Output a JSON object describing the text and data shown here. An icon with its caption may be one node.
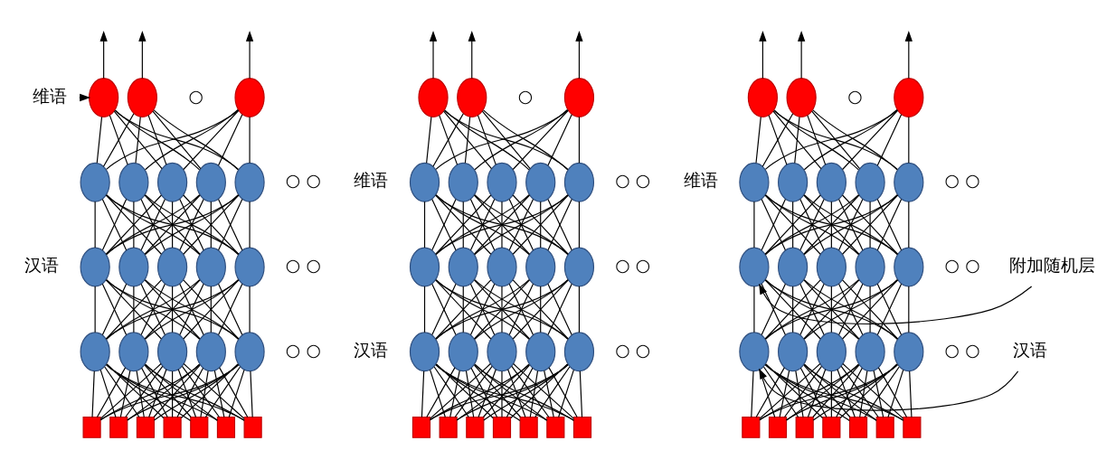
{
  "diagram": {
    "nodes": [
      {
        "text": [
          "维语"
        ]
      },
      {
        "text": [],
        "shape": "ellipse"
      },
      {
        "text": [],
        "shape": "ellipse"
      },
      {
        "text": [],
        "shape": "ellipse"
      },
      {
        "text": [],
        "shape": "ellipse"
      },
      {
        "text": [],
        "shape": "ellipse"
      },
      {
        "text": [],
        "shape": "ellipse"
      },
      {
        "text": [],
        "shape": "ellipse"
      },
      {
        "text": [],
        "shape": "ellipse"
      },
      {
        "text": [],
        "shape": "ellipse"
      },
      {
        "text": [],
        "shape": "ellipse"
      },
      {
        "text": [],
        "shape": "ellipse"
      },
      {
        "text": [],
        "shape": "ellipse"
      },
      {
        "text": [],
        "shape": "ellipse"
      },
      {
        "text": [],
        "shape": "ellipse"
      },
      {
        "text": [],
        "shape": "ellipse"
      },
      {
        "text": [],
        "shape": "ellipse"
      },
      {
        "text": [],
        "shape": "ellipse"
      },
      {
        "text": [],
        "shape": "ellipse"
      },
      {
        "text": [],
        "shape": "box"
      },
      {
        "text": [],
        "shape": "box"
      },
      {
        "text": [],
        "shape": "box"
      },
      {
        "text": [],
        "shape": "box"
      },
      {
        "text": [],
        "shape": "box"
      },
      {
        "text": [],
        "shape": "box"
      },
      {
        "text": [],
        "shape": "box"
      },
      {
        "text": [],
        "shape": "ellipse"
      },
      {
        "text": [],
        "shape": "ellipse"
      },
      {
        "text": [],
        "shape": "ellipse"
      },
      {
        "text": [],
        "shape": "ellipse"
      },
      {
        "text": [],
        "shape": "ellipse"
      },
      {
        "text": [],
        "shape": "ellipse"
      },
      {
        "text": [],
        "shape": "ellipse"
      },
      {
        "text": [],
        "shape": "ellipse"
      },
      {
        "text": [],
        "shape": "ellipse"
      },
      {
        "text": [],
        "shape": "ellipse"
      },
      {
        "text": [],
        "shape": "ellipse"
      },
      {
        "text": [],
        "shape": "ellipse"
      },
      {
        "text": [],
        "shape": "ellipse"
      },
      {
        "text": [],
        "shape": "ellipse"
      },
      {
        "text": [],
        "shape": "ellipse"
      },
      {
        "text": [],
        "shape": "ellipse"
      },
      {
        "text": [],
        "shape": "ellipse"
      },
      {
        "text": [],
        "shape": "ellipse"
      },
      {
        "text": [],
        "shape": "box"
      },
      {
        "text": [],
        "shape": "box"
      },
      {
        "text": [],
        "shape": "box"
      },
      {
        "text": [],
        "shape": "box"
      },
      {
        "text": [],
        "shape": "box"
      },
      {
        "text": [],
        "shape": "box"
      },
      {
        "text": [],
        "shape": "box"
      },
      {
        "text": [],
        "shape": "ellipse"
      },
      {
        "text": [],
        "shape": "ellipse"
      },
      {
        "text": [],
        "shape": "ellipse"
      },
      {
        "text": [],
        "shape": "ellipse"
      },
      {
        "text": [],
        "shape": "ellipse"
      },
      {
        "text": [],
        "shape": "ellipse"
      },
      {
        "text": [],
        "shape": "ellipse"
      },
      {
        "text": [],
        "shape": "ellipse"
      },
      {
        "text": [],
        "shape": "ellipse"
      },
      {
        "text": [],
        "shape": "ellipse"
      },
      {
        "text": [],
        "shape": "ellipse"
      },
      {
        "text": [],
        "shape": "ellipse"
      },
      {
        "text": [],
        "shape": "ellipse"
      },
      {
        "text": [],
        "shape": "ellipse"
      },
      {
        "text": [],
        "shape": "ellipse"
      },
      {
        "text": [],
        "shape": "ellipse"
      },
      {
        "text": [],
        "shape": "ellipse"
      },
      {
        "text": [],
        "shape": "ellipse"
      },
      {
        "text": [],
        "shape": "box"
      },
      {
        "text": [],
        "shape": "box"
      },
      {
        "text": [],
        "shape": "box"
      },
      {
        "text": [],
        "shape": "box"
      },
      {
        "text": [],
        "shape": "box"
      },
      {
        "text": [],
        "shape": "box"
      },
      {
        "text": [],
        "shape": "box"
      },
      {
        "text": [
          "附加随机层"
        ]
      },
      {
        "text": [
          "汉语"
        ]
      }
    ],
    "edges": [
      {
        "from": 19,
        "to": 14,
        "arrow": "none"
      },
      {
        "from": 19,
        "to": 15,
        "arrow": "none"
      },
      {
        "from": 19,
        "to": 16,
        "arrow": "none"
      },
      {
        "from": 19,
        "to": 17,
        "arrow": "none"
      },
      {
        "from": 19,
        "to": 18,
        "arrow": "none"
      },
      {
        "from": 20,
        "to": 14,
        "arrow": "none"
      },
      {
        "from": 20,
        "to": 15,
        "arrow": "none"
      },
      {
        "from": 20,
        "to": 16,
        "arrow": "none"
      },
      {
        "from": 20,
        "to": 17,
        "arrow": "none"
      },
      {
        "from": 20,
        "to": 18,
        "arrow": "none"
      },
      {
        "from": 21,
        "to": 14,
        "arrow": "none"
      },
      {
        "from": 21,
        "to": 15,
        "arrow": "none"
      },
      {
        "from": 21,
        "to": 16,
        "arrow": "none"
      },
      {
        "from": 21,
        "to": 17,
        "arrow": "none"
      },
      {
        "from": 21,
        "to": 18,
        "arrow": "none"
      },
      {
        "from": 22,
        "to": 14,
        "arrow": "none"
      },
      {
        "from": 22,
        "to": 15,
        "arrow": "none"
      },
      {
        "from": 22,
        "to": 16,
        "arrow": "none"
      },
      {
        "from": 22,
        "to": 17,
        "arrow": "none"
      },
      {
        "from": 22,
        "to": 18,
        "arrow": "none"
      },
      {
        "from": 23,
        "to": 14,
        "arrow": "none"
      },
      {
        "from": 23,
        "to": 15,
        "arrow": "none"
      },
      {
        "from": 23,
        "to": 16,
        "arrow": "none"
      },
      {
        "from": 23,
        "to": 17,
        "arrow": "none"
      },
      {
        "from": 23,
        "to": 18,
        "arrow": "none"
      },
      {
        "from": 24,
        "to": 14,
        "arrow": "none"
      },
      {
        "from": 24,
        "to": 15,
        "arrow": "none"
      },
      {
        "from": 24,
        "to": 16,
        "arrow": "none"
      },
      {
        "from": 24,
        "to": 17,
        "arrow": "none"
      },
      {
        "from": 24,
        "to": 18,
        "arrow": "none"
      },
      {
        "from": 25,
        "to": 14,
        "arrow": "none"
      },
      {
        "from": 25,
        "to": 15,
        "arrow": "none"
      },
      {
        "from": 25,
        "to": 16,
        "arrow": "none"
      },
      {
        "from": 25,
        "to": 17,
        "arrow": "none"
      },
      {
        "from": 25,
        "to": 18,
        "arrow": "none"
      },
      {
        "from": 14,
        "to": 9,
        "arrow": "none"
      },
      {
        "from": 14,
        "to": 10,
        "arrow": "none"
      },
      {
        "from": 14,
        "to": 11,
        "arrow": "none"
      },
      {
        "from": 14,
        "to": 12,
        "arrow": "none"
      },
      {
        "from": 14,
        "to": 13,
        "arrow": "none"
      },
      {
        "from": 15,
        "to": 9,
        "arrow": "none"
      },
      {
        "from": 15,
        "to": 10,
        "arrow": "none"
      },
      {
        "from": 15,
        "to": 11,
        "arrow": "none"
      },
      {
        "from": 15,
        "to": 12,
        "arrow": "none"
      },
      {
        "from": 15,
        "to": 13,
        "arrow": "none"
      },
      {
        "from": 16,
        "to": 9,
        "arrow": "none"
      },
      {
        "from": 16,
        "to": 10,
        "arrow": "none"
      },
      {
        "from": 16,
        "to": 11,
        "arrow": "none"
      },
      {
        "from": 16,
        "to": 12,
        "arrow": "none"
      },
      {
        "from": 16,
        "to": 13,
        "arrow": "none"
      },
      {
        "from": 17,
        "to": 9,
        "arrow": "none"
      },
      {
        "from": 17,
        "to": 10,
        "arrow": "none"
      },
      {
        "from": 17,
        "to": 11,
        "arrow": "none"
      },
      {
        "from": 17,
        "to": 12,
        "arrow": "none"
      },
      {
        "from": 17,
        "to": 13,
        "arrow": "none"
      },
      {
        "from": 18,
        "to": 9,
        "arrow": "none"
      },
      {
        "from": 18,
        "to": 10,
        "arrow": "none"
      },
      {
        "from": 18,
        "to": 11,
        "arrow": "none"
      },
      {
        "from": 18,
        "to": 12,
        "arrow": "none"
      },
      {
        "from": 18,
        "to": 13,
        "arrow": "none"
      },
      {
        "from": 9,
        "to": 4,
        "arrow": "none"
      },
      {
        "from": 9,
        "to": 5,
        "arrow": "none"
      },
      {
        "from": 9,
        "to": 6,
        "arrow": "none"
      },
      {
        "from": 9,
        "to": 7,
        "arrow": "none"
      },
      {
        "from": 9,
        "to": 8,
        "arrow": "none"
      },
      {
        "from": 10,
        "to": 4,
        "arrow": "none"
      },
      {
        "from": 10,
        "to": 5,
        "arrow": "none"
      },
      {
        "from": 10,
        "to": 6,
        "arrow": "none"
      },
      {
        "from": 10,
        "to": 7,
        "arrow": "none"
      },
      {
        "from": 10,
        "to": 8,
        "arrow": "none"
      },
      {
        "from": 11,
        "to": 4,
        "arrow": "none"
      },
      {
        "from": 11,
        "to": 5,
        "arrow": "none"
      },
      {
        "from": 11,
        "to": 6,
        "arrow": "none"
      },
      {
        "from": 11,
        "to": 7,
        "arrow": "none"
      },
      {
        "from": 11,
        "to": 8,
        "arrow": "none"
      },
      {
        "from": 12,
        "to": 4,
        "arrow": "none"
      },
      {
        "from": 12,
        "to": 5,
        "arrow": "none"
      },
      {
        "from": 12,
        "to": 6,
        "arrow": "none"
      },
      {
        "from": 12,
        "to": 7,
        "arrow": "none"
      },
      {
        "from": 12,
        "to": 8,
        "arrow": "none"
      },
      {
        "from": 13,
        "to": 4,
        "arrow": "none"
      },
      {
        "from": 13,
        "to": 5,
        "arrow": "none"
      },
      {
        "from": 13,
        "to": 6,
        "arrow": "none"
      },
      {
        "from": 13,
        "to": 7,
        "arrow": "none"
      },
      {
        "from": 13,
        "to": 8,
        "arrow": "none"
      },
      {
        "from": 4,
        "to": 1,
        "arrow": "none"
      },
      {
        "from": 4,
        "to": 2,
        "arrow": "none"
      },
      {
        "from": 4,
        "to": 3,
        "arrow": "none"
      },
      {
        "from": 5,
        "to": 1,
        "arrow": "none"
      },
      {
        "from": 5,
        "to": 2,
        "arrow": "none"
      },
      {
        "from": 5,
        "to": 3,
        "arrow": "none"
      },
      {
        "from": 6,
        "to": 1,
        "arrow": "none"
      },
      {
        "from": 6,
        "to": 2,
        "arrow": "none"
      },
      {
        "from": 6,
        "to": 3,
        "arrow": "none"
      },
      {
        "from": 7,
        "to": 1,
        "arrow": "none"
      },
      {
        "from": 7,
        "to": 2,
        "arrow": "none"
      },
      {
        "from": 7,
        "to": 3,
        "arrow": "none"
      },
      {
        "from": 8,
        "to": 1,
        "arrow": "none"
      },
      {
        "from": 8,
        "to": 2,
        "arrow": "none"
      },
      {
        "from": 8,
        "to": 3,
        "arrow": "none"
      },
      {
        "from": 1,
        "to": null,
        "arrow": "to"
      },
      {
        "from": 2,
        "to": null,
        "arrow": "to"
      },
      {
        "from": 3,
        "to": null,
        "arrow": "to"
      },
      {
        "from": 44,
        "to": 39,
        "arrow": "none"
      },
      {
        "from": 44,
        "to": 40,
        "arrow": "none"
      },
      {
        "from": 44,
        "to": 41,
        "arrow": "none"
      },
      {
        "from": 44,
        "to": 42,
        "arrow": "none"
      },
      {
        "from": 44,
        "to": 43,
        "arrow": "none"
      },
      {
        "from": 45,
        "to": 39,
        "arrow": "none"
      },
      {
        "from": 45,
        "to": 40,
        "arrow": "none"
      },
      {
        "from": 45,
        "to": 41,
        "arrow": "none"
      },
      {
        "from": 45,
        "to": 42,
        "arrow": "none"
      },
      {
        "from": 45,
        "to": 43,
        "arrow": "none"
      },
      {
        "from": 46,
        "to": 39,
        "arrow": "none"
      },
      {
        "from": 46,
        "to": 40,
        "arrow": "none"
      },
      {
        "from": 46,
        "to": 41,
        "arrow": "none"
      },
      {
        "from": 46,
        "to": 42,
        "arrow": "none"
      },
      {
        "from": 46,
        "to": 43,
        "arrow": "none"
      },
      {
        "from": 47,
        "to": 39,
        "arrow": "none"
      },
      {
        "from": 47,
        "to": 40,
        "arrow": "none"
      },
      {
        "from": 47,
        "to": 41,
        "arrow": "none"
      },
      {
        "from": 47,
        "to": 42,
        "arrow": "none"
      },
      {
        "from": 47,
        "to": 43,
        "arrow": "none"
      },
      {
        "from": 48,
        "to": 39,
        "arrow": "none"
      },
      {
        "from": 48,
        "to": 40,
        "arrow": "none"
      },
      {
        "from": 48,
        "to": 41,
        "arrow": "none"
      },
      {
        "from": 48,
        "to": 42,
        "arrow": "none"
      },
      {
        "from": 48,
        "to": 43,
        "arrow": "none"
      },
      {
        "from": 49,
        "to": 39,
        "arrow": "none"
      },
      {
        "from": 49,
        "to": 40,
        "arrow": "none"
      },
      {
        "from": 49,
        "to": 41,
        "arrow": "none"
      },
      {
        "from": 49,
        "to": 42,
        "arrow": "none"
      },
      {
        "from": 49,
        "to": 43,
        "arrow": "none"
      },
      {
        "from": 50,
        "to": 39,
        "arrow": "none"
      },
      {
        "from": 50,
        "to": 40,
        "arrow": "none"
      },
      {
        "from": 50,
        "to": 41,
        "arrow": "none"
      },
      {
        "from": 50,
        "to": 42,
        "arrow": "none"
      },
      {
        "from": 50,
        "to": 43,
        "arrow": "none"
      },
      {
        "from": 39,
        "to": 34,
        "arrow": "none"
      },
      {
        "from": 39,
        "to": 35,
        "arrow": "none"
      },
      {
        "from": 39,
        "to": 36,
        "arrow": "none"
      },
      {
        "from": 39,
        "to": 37,
        "arrow": "none"
      },
      {
        "from": 39,
        "to": 38,
        "arrow": "none"
      },
      {
        "from": 40,
        "to": 34,
        "arrow": "none"
      },
      {
        "from": 40,
        "to": 35,
        "arrow": "none"
      },
      {
        "from": 40,
        "to": 36,
        "arrow": "none"
      },
      {
        "from": 40,
        "to": 37,
        "arrow": "none"
      },
      {
        "from": 40,
        "to": 38,
        "arrow": "none"
      },
      {
        "from": 41,
        "to": 34,
        "arrow": "none"
      },
      {
        "from": 41,
        "to": 35,
        "arrow": "none"
      },
      {
        "from": 41,
        "to": 36,
        "arrow": "none"
      },
      {
        "from": 41,
        "to": 37,
        "arrow": "none"
      },
      {
        "from": 41,
        "to": 38,
        "arrow": "none"
      },
      {
        "from": 42,
        "to": 34,
        "arrow": "none"
      },
      {
        "from": 42,
        "to": 35,
        "arrow": "none"
      },
      {
        "from": 42,
        "to": 36,
        "arrow": "none"
      },
      {
        "from": 42,
        "to": 37,
        "arrow": "none"
      },
      {
        "from": 42,
        "to": 38,
        "arrow": "none"
      },
      {
        "from": 43,
        "to": 34,
        "arrow": "none"
      },
      {
        "from": 43,
        "to": 35,
        "arrow": "none"
      },
      {
        "from": 43,
        "to": 36,
        "arrow": "none"
      },
      {
        "from": 43,
        "to": 37,
        "arrow": "none"
      },
      {
        "from": 43,
        "to": 38,
        "arrow": "none"
      },
      {
        "from": 34,
        "to": 29,
        "arrow": "none"
      },
      {
        "from": 34,
        "to": 30,
        "arrow": "none"
      },
      {
        "from": 34,
        "to": 31,
        "arrow": "none"
      },
      {
        "from": 34,
        "to": 32,
        "arrow": "none"
      },
      {
        "from": 34,
        "to": 33,
        "arrow": "none"
      },
      {
        "from": 35,
        "to": 29,
        "arrow": "none"
      },
      {
        "from": 35,
        "to": 30,
        "arrow": "none"
      },
      {
        "from": 35,
        "to": 31,
        "arrow": "none"
      },
      {
        "from": 35,
        "to": 32,
        "arrow": "none"
      },
      {
        "from": 35,
        "to": 33,
        "arrow": "none"
      },
      {
        "from": 36,
        "to": 29,
        "arrow": "none"
      },
      {
        "from": 36,
        "to": 30,
        "arrow": "none"
      },
      {
        "from": 36,
        "to": 31,
        "arrow": "none"
      },
      {
        "from": 36,
        "to": 32,
        "arrow": "none"
      },
      {
        "from": 36,
        "to": 33,
        "arrow": "none"
      },
      {
        "from": 37,
        "to": 29,
        "arrow": "none"
      },
      {
        "from": 37,
        "to": 30,
        "arrow": "none"
      },
      {
        "from": 37,
        "to": 31,
        "arrow": "none"
      },
      {
        "from": 37,
        "to": 32,
        "arrow": "none"
      },
      {
        "from": 37,
        "to": 33,
        "arrow": "none"
      },
      {
        "from": 38,
        "to": 29,
        "arrow": "none"
      },
      {
        "from": 38,
        "to": 30,
        "arrow": "none"
      },
      {
        "from": 38,
        "to": 31,
        "arrow": "none"
      },
      {
        "from": 38,
        "to": 32,
        "arrow": "none"
      },
      {
        "from": 38,
        "to": 33,
        "arrow": "none"
      },
      {
        "from": 29,
        "to": 26,
        "arrow": "none"
      },
      {
        "from": 29,
        "to": 27,
        "arrow": "none"
      },
      {
        "from": 29,
        "to": 28,
        "arrow": "none"
      },
      {
        "from": 30,
        "to": 26,
        "arrow": "none"
      },
      {
        "from": 30,
        "to": 27,
        "arrow": "none"
      },
      {
        "from": 30,
        "to": 28,
        "arrow": "none"
      },
      {
        "from": 31,
        "to": 26,
        "arrow": "none"
      },
      {
        "from": 31,
        "to": 27,
        "arrow": "none"
      },
      {
        "from": 31,
        "to": 28,
        "arrow": "none"
      },
      {
        "from": 32,
        "to": 26,
        "arrow": "none"
      },
      {
        "from": 32,
        "to": 27,
        "arrow": "none"
      },
      {
        "from": 32,
        "to": 28,
        "arrow": "none"
      },
      {
        "from": 33,
        "to": 26,
        "arrow": "none"
      },
      {
        "from": 33,
        "to": 27,
        "arrow": "none"
      },
      {
        "from": 33,
        "to": 28,
        "arrow": "none"
      },
      {
        "from": 26,
        "to": null,
        "arrow": "to"
      },
      {
        "from": 27,
        "to": null,
        "arrow": "to"
      },
      {
        "from": 28,
        "to": null,
        "arrow": "to"
      },
      {
        "from": 69,
        "to": 64,
        "arrow": "none"
      },
      {
        "from": 69,
        "to": 65,
        "arrow": "none"
      },
      {
        "from": 69,
        "to": 66,
        "arrow": "none"
      },
      {
        "from": 69,
        "to": 67,
        "arrow": "none"
      },
      {
        "from": 69,
        "to": 68,
        "arrow": "none"
      },
      {
        "from": 70,
        "to": 64,
        "arrow": "none"
      },
      {
        "from": 70,
        "to": 65,
        "arrow": "none"
      },
      {
        "from": 70,
        "to": 66,
        "arrow": "none"
      },
      {
        "from": 70,
        "to": 67,
        "arrow": "none"
      },
      {
        "from": 70,
        "to": 68,
        "arrow": "none"
      },
      {
        "from": 71,
        "to": 64,
        "arrow": "none"
      },
      {
        "from": 71,
        "to": 65,
        "arrow": "none"
      },
      {
        "from": 71,
        "to": 66,
        "arrow": "none"
      },
      {
        "from": 71,
        "to": 67,
        "arrow": "none"
      },
      {
        "from": 71,
        "to": 68,
        "arrow": "none"
      },
      {
        "from": 72,
        "to": 64,
        "arrow": "none"
      },
      {
        "from": 72,
        "to": 65,
        "arrow": "none"
      },
      {
        "from": 72,
        "to": 66,
        "arrow": "none"
      },
      {
        "from": 72,
        "to": 67,
        "arrow": "none"
      },
      {
        "from": 72,
        "to": 68,
        "arrow": "none"
      },
      {
        "from": 73,
        "to": 64,
        "arrow": "none"
      },
      {
        "from": 73,
        "to": 65,
        "arrow": "none"
      },
      {
        "from": 73,
        "to": 66,
        "arrow": "none"
      },
      {
        "from": 73,
        "to": 67,
        "arrow": "none"
      },
      {
        "from": 73,
        "to": 68,
        "arrow": "none"
      },
      {
        "from": 74,
        "to": 64,
        "arrow": "none"
      },
      {
        "from": 74,
        "to": 65,
        "arrow": "none"
      },
      {
        "from": 74,
        "to": 66,
        "arrow": "none"
      },
      {
        "from": 74,
        "to": 67,
        "arrow": "none"
      },
      {
        "from": 74,
        "to": 68,
        "arrow": "none"
      },
      {
        "from": 75,
        "to": 64,
        "arrow": "none"
      },
      {
        "from": 75,
        "to": 65,
        "arrow": "none"
      },
      {
        "from": 75,
        "to": 66,
        "arrow": "none"
      },
      {
        "from": 75,
        "to": 67,
        "arrow": "none"
      },
      {
        "from": 75,
        "to": 68,
        "arrow": "none"
      },
      {
        "from": 64,
        "to": 59,
        "arrow": "none"
      },
      {
        "from": 64,
        "to": 60,
        "arrow": "none"
      },
      {
        "from": 64,
        "to": 61,
        "arrow": "none"
      },
      {
        "from": 64,
        "to": 62,
        "arrow": "none"
      },
      {
        "from": 64,
        "to": 63,
        "arrow": "none"
      },
      {
        "from": 65,
        "to": 59,
        "arrow": "none"
      },
      {
        "from": 65,
        "to": 60,
        "arrow": "none"
      },
      {
        "from": 65,
        "to": 61,
        "arrow": "none"
      },
      {
        "from": 65,
        "to": 62,
        "arrow": "none"
      },
      {
        "from": 65,
        "to": 63,
        "arrow": "none"
      },
      {
        "from": 66,
        "to": 59,
        "arrow": "none"
      },
      {
        "from": 66,
        "to": 60,
        "arrow": "none"
      },
      {
        "from": 66,
        "to": 61,
        "arrow": "none"
      },
      {
        "from": 66,
        "to": 62,
        "arrow": "none"
      },
      {
        "from": 66,
        "to": 63,
        "arrow": "none"
      },
      {
        "from": 67,
        "to": 59,
        "arrow": "none"
      },
      {
        "from": 67,
        "to": 60,
        "arrow": "none"
      },
      {
        "from": 67,
        "to": 61,
        "arrow": "none"
      },
      {
        "from": 67,
        "to": 62,
        "arrow": "none"
      },
      {
        "from": 67,
        "to": 63,
        "arrow": "none"
      },
      {
        "from": 68,
        "to": 59,
        "arrow": "none"
      },
      {
        "from": 68,
        "to": 60,
        "arrow": "none"
      },
      {
        "from": 68,
        "to": 61,
        "arrow": "none"
      },
      {
        "from": 68,
        "to": 62,
        "arrow": "none"
      },
      {
        "from": 68,
        "to": 63,
        "arrow": "none"
      },
      {
        "from": 59,
        "to": 54,
        "arrow": "none"
      },
      {
        "from": 59,
        "to": 55,
        "arrow": "none"
      },
      {
        "from": 59,
        "to": 56,
        "arrow": "none"
      },
      {
        "from": 59,
        "to": 57,
        "arrow": "none"
      },
      {
        "from": 59,
        "to": 58,
        "arrow": "none"
      },
      {
        "from": 60,
        "to": 54,
        "arrow": "none"
      },
      {
        "from": 60,
        "to": 55,
        "arrow": "none"
      },
      {
        "from": 60,
        "to": 56,
        "arrow": "none"
      },
      {
        "from": 60,
        "to": 57,
        "arrow": "none"
      },
      {
        "from": 60,
        "to": 58,
        "arrow": "none"
      },
      {
        "from": 61,
        "to": 54,
        "arrow": "none"
      },
      {
        "from": 61,
        "to": 55,
        "arrow": "none"
      },
      {
        "from": 61,
        "to": 56,
        "arrow": "none"
      },
      {
        "from": 61,
        "to": 57,
        "arrow": "none"
      },
      {
        "from": 61,
        "to": 58,
        "arrow": "none"
      },
      {
        "from": 62,
        "to": 54,
        "arrow": "none"
      },
      {
        "from": 62,
        "to": 55,
        "arrow": "none"
      },
      {
        "from": 62,
        "to": 56,
        "arrow": "none"
      },
      {
        "from": 62,
        "to": 57,
        "arrow": "none"
      },
      {
        "from": 62,
        "to": 58,
        "arrow": "none"
      },
      {
        "from": 63,
        "to": 54,
        "arrow": "none"
      },
      {
        "from": 63,
        "to": 55,
        "arrow": "none"
      },
      {
        "from": 63,
        "to": 56,
        "arrow": "none"
      },
      {
        "from": 63,
        "to": 57,
        "arrow": "none"
      },
      {
        "from": 63,
        "to": 58,
        "arrow": "none"
      },
      {
        "from": 54,
        "to": 51,
        "arrow": "none"
      },
      {
        "from": 54,
        "to": 52,
        "arrow": "none"
      },
      {
        "from": 54,
        "to": 53,
        "arrow": "none"
      },
      {
        "from": 55,
        "to": 51,
        "arrow": "none"
      },
      {
        "from": 55,
        "to": 52,
        "arrow": "none"
      },
      {
        "from": 55,
        "to": 53,
        "arrow": "none"
      },
      {
        "from": 56,
        "to": 51,
        "arrow": "none"
      },
      {
        "from": 56,
        "to": 52,
        "arrow": "none"
      },
      {
        "from": 56,
        "to": 53,
        "arrow": "none"
      },
      {
        "from": 57,
        "to": 51,
        "arrow": "none"
      },
      {
        "from": 57,
        "to": 52,
        "arrow": "none"
      },
      {
        "from": 57,
        "to": 53,
        "arrow": "none"
      },
      {
        "from": 58,
        "to": 51,
        "arrow": "none"
      },
      {
        "from": 58,
        "to": 52,
        "arrow": "none"
      },
      {
        "from": 58,
        "to": 53,
        "arrow": "none"
      },
      {
        "from": 51,
        "to": null,
        "arrow": "to"
      },
      {
        "from": 52,
        "to": null,
        "arrow": "to"
      },
      {
        "from": 53,
        "to": null,
        "arrow": "to"
      },
      {
        "from": 0,
        "to": 1,
        "arrow": "to"
      },
      {
        "from": 76,
        "to": 59,
        "arrow": "to"
      },
      {
        "from": 77,
        "to": 64,
        "arrow": "to"
      }
    ],
    "labels": [
      "○",
      "○ ○",
      "汉语",
      "○ ○",
      "○ ○",
      "维语",
      "○",
      "○ ○",
      "○ ○",
      "汉语",
      "○ ○",
      "维语",
      "○",
      "○ ○",
      "○ ○",
      "○ ○"
    ]
  }
}
